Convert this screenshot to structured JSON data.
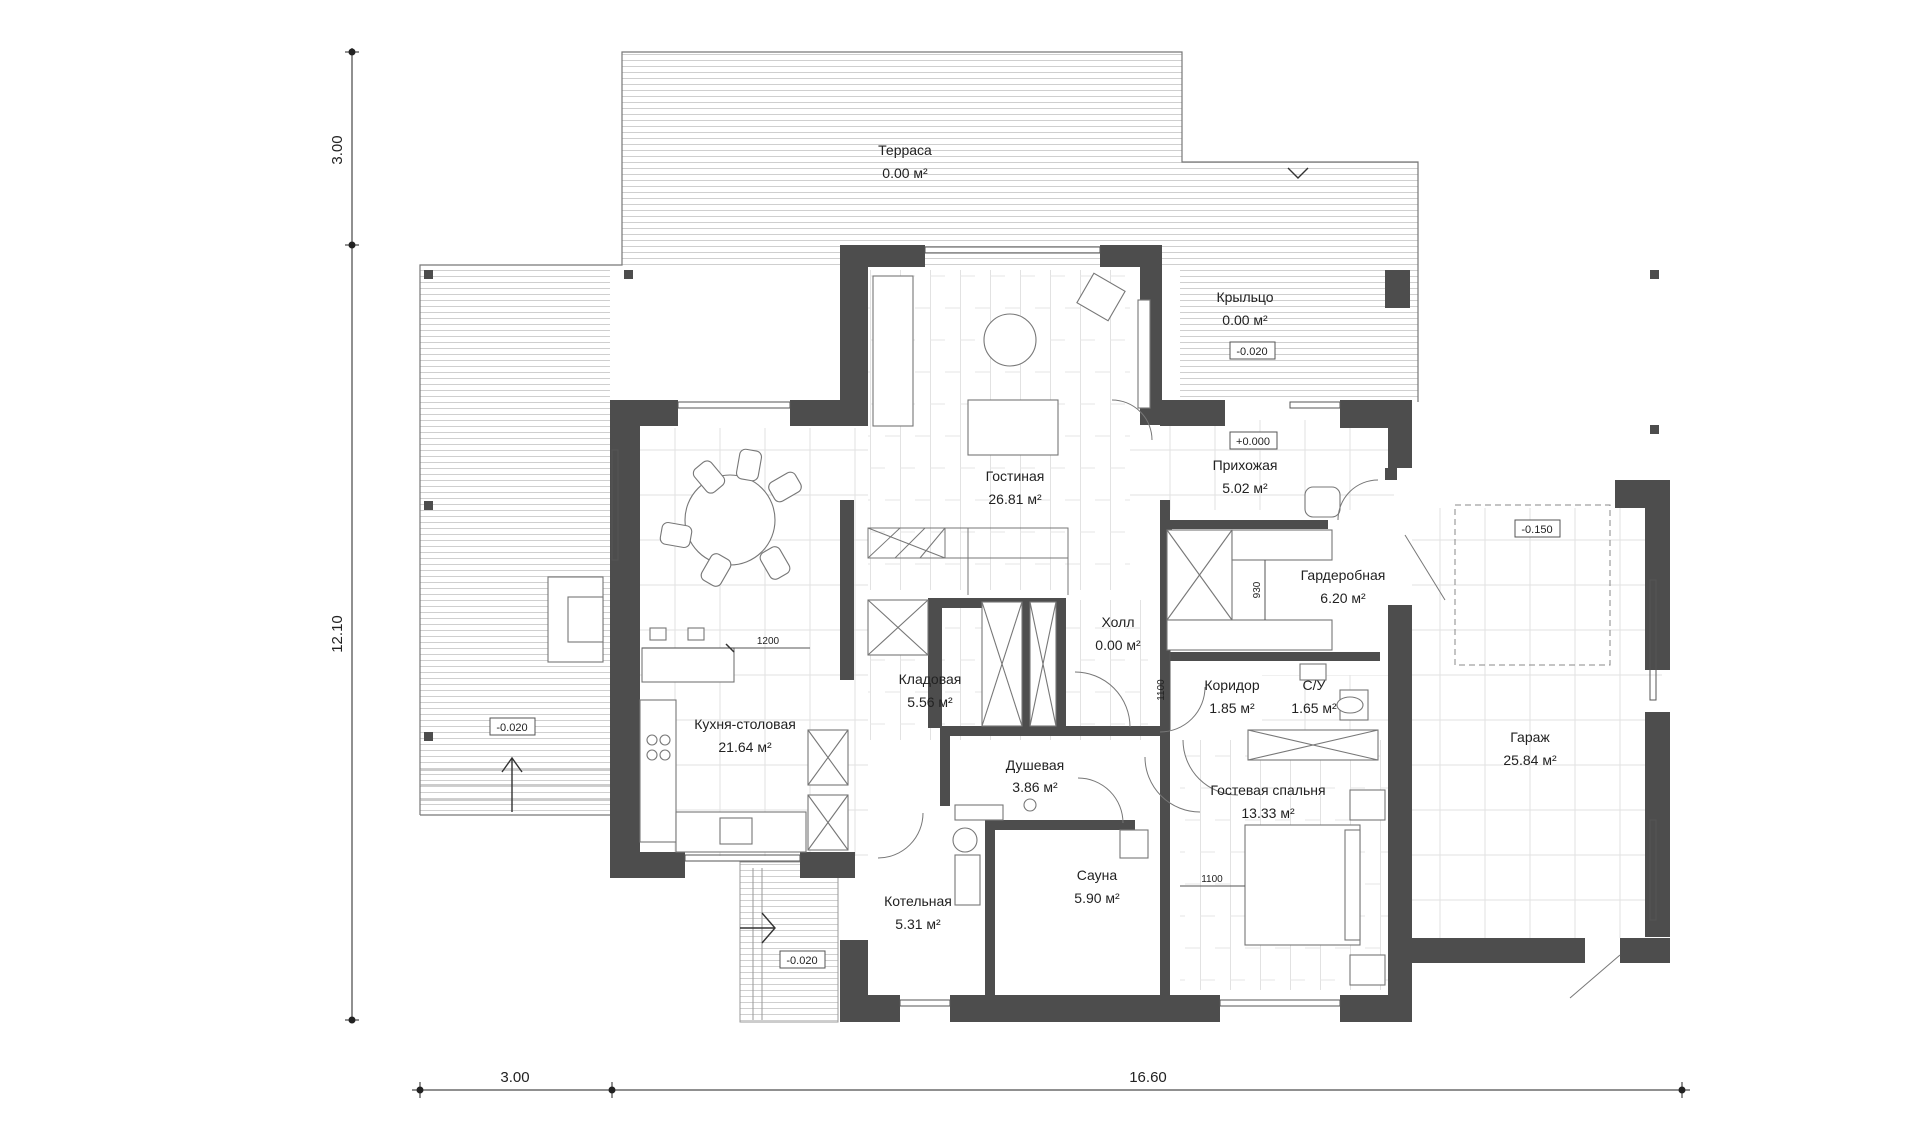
{
  "rooms": [
    {
      "name": "Терраса",
      "area": "0.00 м²"
    },
    {
      "name": "Крыльцо",
      "area": "0.00 м²"
    },
    {
      "name": "Гостиная",
      "area": "26.81 м²"
    },
    {
      "name": "Прихожая",
      "area": "5.02 м²"
    },
    {
      "name": "Гардеробная",
      "area": "6.20 м²"
    },
    {
      "name": "Холл",
      "area": "0.00 м²"
    },
    {
      "name": "Кладовая",
      "area": "5.56 м²"
    },
    {
      "name": "Коридор",
      "area": "1.85 м²"
    },
    {
      "name": "С/У",
      "area": "1.65 м²"
    },
    {
      "name": "Кухня-столовая",
      "area": "21.64 м²"
    },
    {
      "name": "Душевая",
      "area": "3.86 м²"
    },
    {
      "name": "Гараж",
      "area": "25.84 м²"
    },
    {
      "name": "Гостевая спальня",
      "area": "13.33 м²"
    },
    {
      "name": "Сауна",
      "area": "5.90 м²"
    },
    {
      "name": "Котельная",
      "area": "5.31 м²"
    }
  ],
  "levels": [
    "-0.020",
    "+0.000",
    "-0.150",
    "-0.020",
    "-0.020"
  ],
  "dimensions": {
    "left_top": "3.00",
    "left_main": "12.10",
    "bottom_left": "3.00",
    "bottom_main": "16.60"
  },
  "inner_dimensions": [
    "1200",
    "930",
    "1100",
    "1100"
  ],
  "colors": {
    "wall": "#4d4d4d",
    "line": "#555555",
    "grid": "#cfcfcf"
  }
}
